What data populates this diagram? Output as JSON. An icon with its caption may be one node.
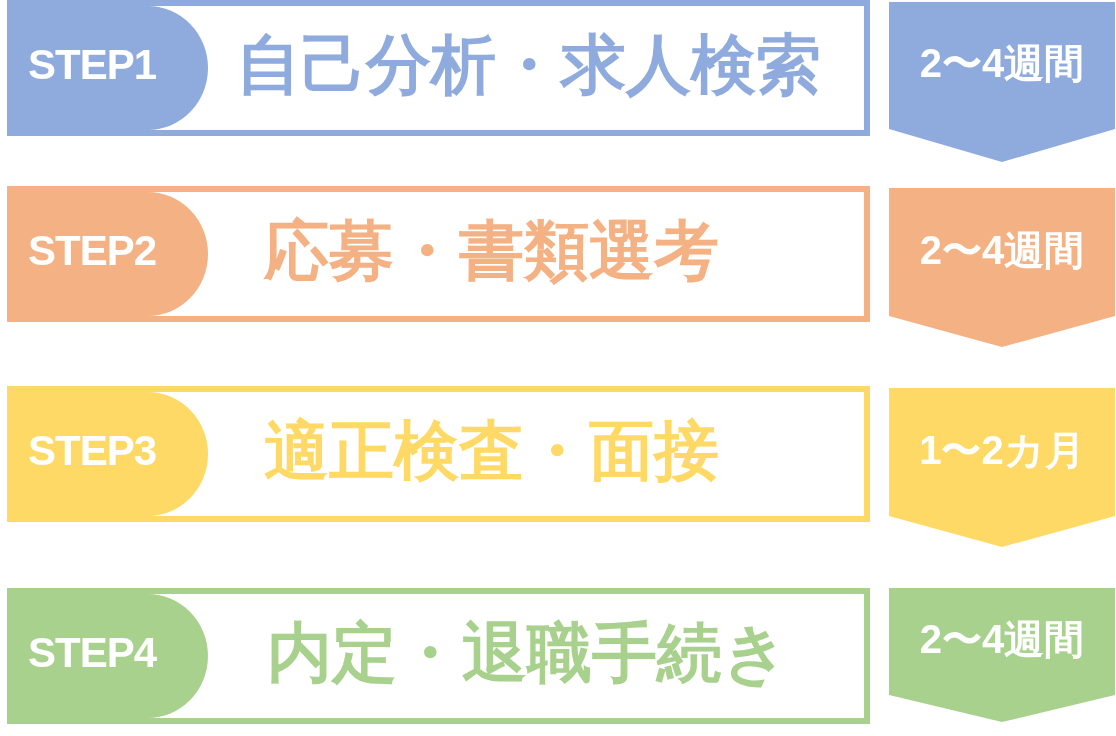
{
  "diagram": {
    "nodes": [
      {
        "text": [
          "自己分析・求人検索"
        ]
      },
      {
        "text": [
          "STEP1"
        ],
        "in": 0
      },
      {
        "text": [
          "2〜4週間"
        ]
      },
      {
        "text": [
          "応募・書類選考"
        ]
      },
      {
        "text": [
          "STEP2"
        ],
        "in": 3
      },
      {
        "text": [
          "2〜4週間"
        ]
      },
      {
        "text": [
          "適正検査・面接"
        ]
      },
      {
        "text": [
          "STEP3"
        ],
        "in": 6
      },
      {
        "text": [
          "1〜2カ月"
        ]
      },
      {
        "text": [
          "内定・退職手続き"
        ]
      },
      {
        "text": [
          "STEP4"
        ],
        "in": 9
      },
      {
        "text": [
          "2〜4週間"
        ]
      }
    ]
  }
}
